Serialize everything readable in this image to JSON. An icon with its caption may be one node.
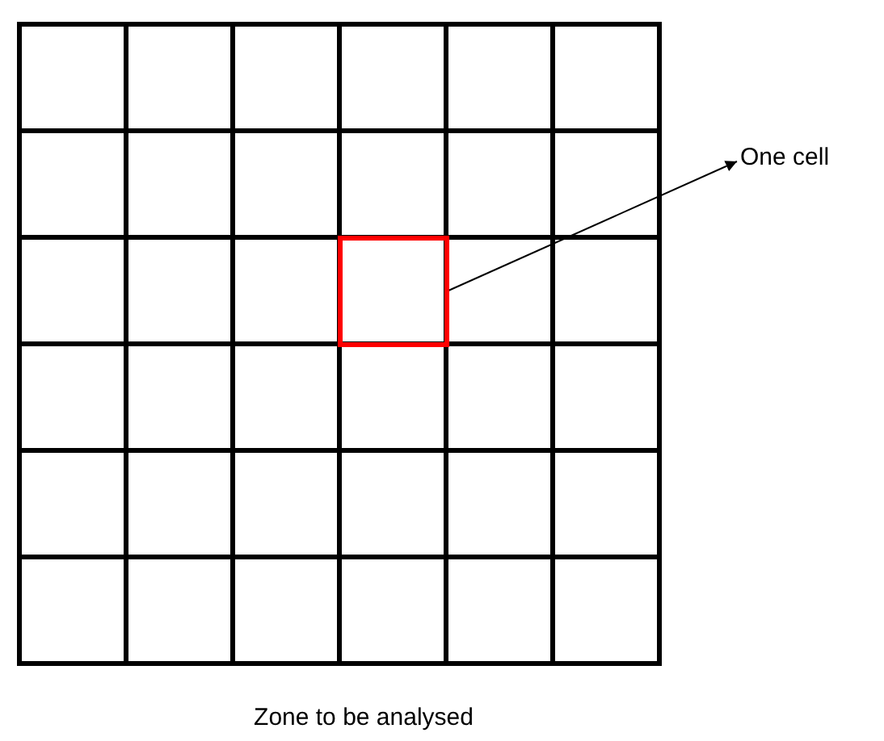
{
  "diagram": {
    "caption": "Zone to be analysed",
    "nodes": [
      {
        "text": [],
        "shape": "box"
      },
      {
        "text": [
          "One cell"
        ]
      }
    ],
    "edges": [
      {
        "from": 0,
        "to": 1,
        "arrow": "to"
      }
    ]
  }
}
